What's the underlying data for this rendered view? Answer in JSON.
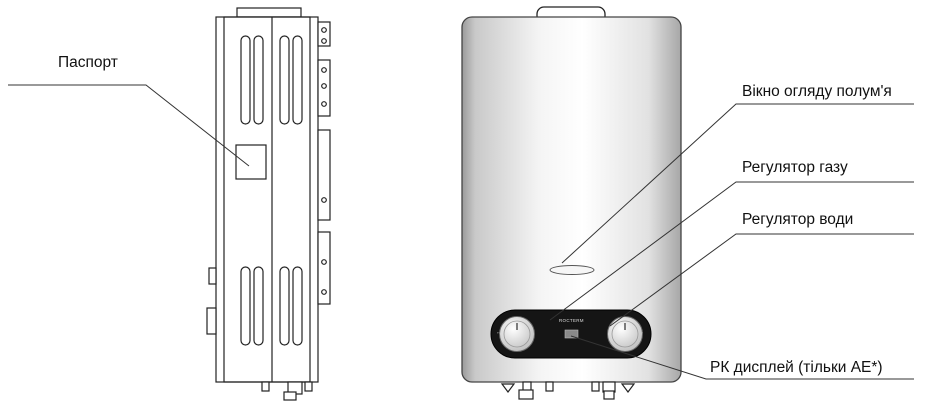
{
  "labels": {
    "passport": "Паспорт",
    "flame_window": "Вікно огляду полум'я",
    "gas_regulator": "Регулятор газу",
    "water_regulator": "Регулятор води",
    "lcd_display": "РК дисплей (тільки АЕ*)"
  },
  "brand": {
    "logo_text": "ROCTERM"
  },
  "colors": {
    "line": "#333333",
    "control_panel": "#151515",
    "knob": "#e8e8e8",
    "display": "#8a8a8a"
  }
}
